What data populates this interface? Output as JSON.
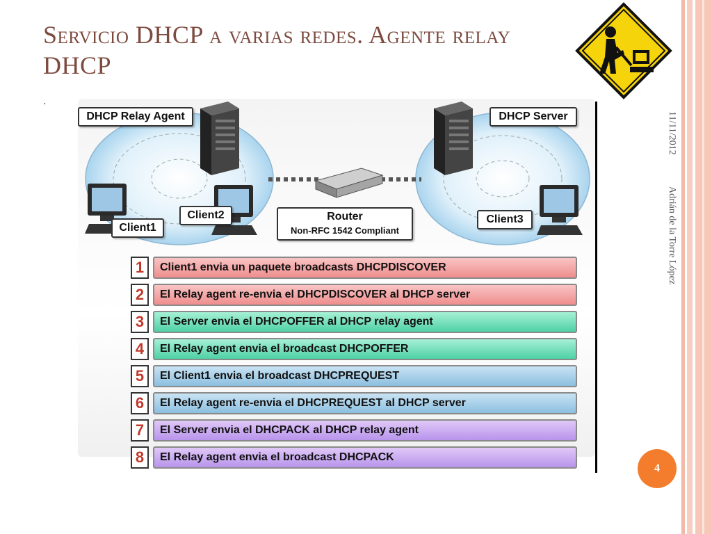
{
  "slide": {
    "title": "Servicio DHCP a varias redes. Agente relay DHCP",
    "bullet": "·",
    "date": "11/11/2012",
    "author": "Adrián de la Torre López",
    "page_number": "4"
  },
  "diagram": {
    "relay_agent_label": "DHCP Relay Agent",
    "server_label": "DHCP Server",
    "router_label": "Router",
    "router_sublabel": "Non-RFC 1542 Compliant",
    "client1_label": "Client1",
    "client2_label": "Client2",
    "client3_label": "Client3",
    "steps": [
      {
        "num": "1",
        "text": "Client1 envia un paquete broadcasts DHCPDISCOVER",
        "color": "red"
      },
      {
        "num": "2",
        "text": "El Relay agent re-envia el DHCPDISCOVER al DHCP server",
        "color": "red"
      },
      {
        "num": "3",
        "text": "El Server envia el DHCPOFFER al DHCP relay agent",
        "color": "green"
      },
      {
        "num": "4",
        "text": "El Relay agent envia el broadcast DHCPOFFER",
        "color": "green"
      },
      {
        "num": "5",
        "text": "El Client1 envia el broadcast DHCPREQUEST",
        "color": "blue"
      },
      {
        "num": "6",
        "text": "El Relay agent re-envia el DHCPREQUEST al DHCP server",
        "color": "blue"
      },
      {
        "num": "7",
        "text": "El Server envia el DHCPACK al DHCP relay agent",
        "color": "purple"
      },
      {
        "num": "8",
        "text": "El Relay agent envia el broadcast DHCPACK",
        "color": "purple"
      }
    ]
  },
  "icons": [
    "caution-sign-icon",
    "server-tower-icon",
    "computer-monitor-icon",
    "router-icon"
  ],
  "colors": {
    "title": "#7d4a3f",
    "accent": "#f37d2c",
    "sign": "#f6d40c"
  }
}
